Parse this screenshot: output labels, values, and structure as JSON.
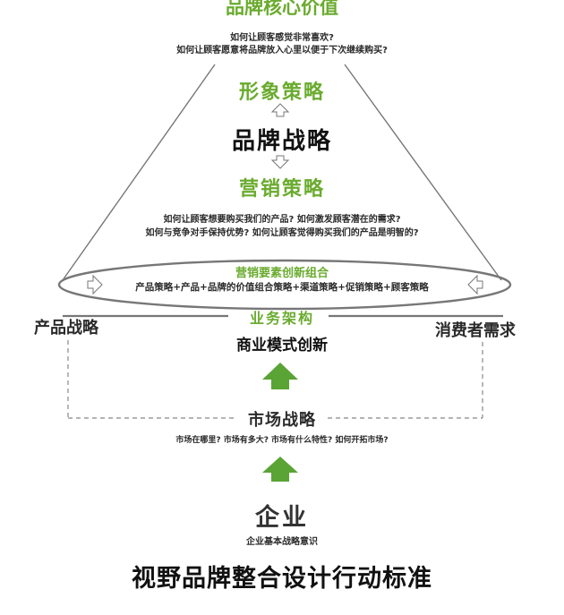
{
  "colors": {
    "accent": "#6aab2e",
    "text": "#2a2a2a",
    "line": "#666666",
    "arrow": "#5aa335"
  },
  "top": {
    "title": "品牌核心价值",
    "question_1": "如何让顾客感觉非常喜欢?",
    "question_2": "如何让顾客愿意将品牌放入心里以便于下次继续购买?"
  },
  "funnel": {
    "image_strategy": "形象策略",
    "brand_strategy": "品牌战略",
    "marketing_strategy": "营销策略",
    "question_3": "如何让顾客想要购买我们的产品? 如何激发顾客潜在的需求?",
    "question_4": "如何与竞争对手保持优势? 如何让顾客觉得购买我们的产品是明智的?"
  },
  "ellipse": {
    "title": "营销要素创新组合",
    "items": "产品策略+产品+品牌的价值组合策略+渠道策略+促销策略+顾客策略"
  },
  "business": {
    "architecture": "业务架构",
    "model": "商业模式创新",
    "left_label": "产品战略",
    "right_label": "消费者需求"
  },
  "market": {
    "title": "市场战略",
    "questions": "市场在哪里? 市场有多大? 市场有什么特性? 如何开拓市场?"
  },
  "enterprise": {
    "title": "企业",
    "subtitle": "企业基本战略意识"
  },
  "footer": {
    "title": "视野品牌整合设计行动标准"
  },
  "icons": [
    "up-outline-arrow-icon",
    "down-outline-arrow-icon",
    "right-outline-arrow-icon",
    "left-outline-arrow-icon",
    "green-up-arrow-icon"
  ]
}
